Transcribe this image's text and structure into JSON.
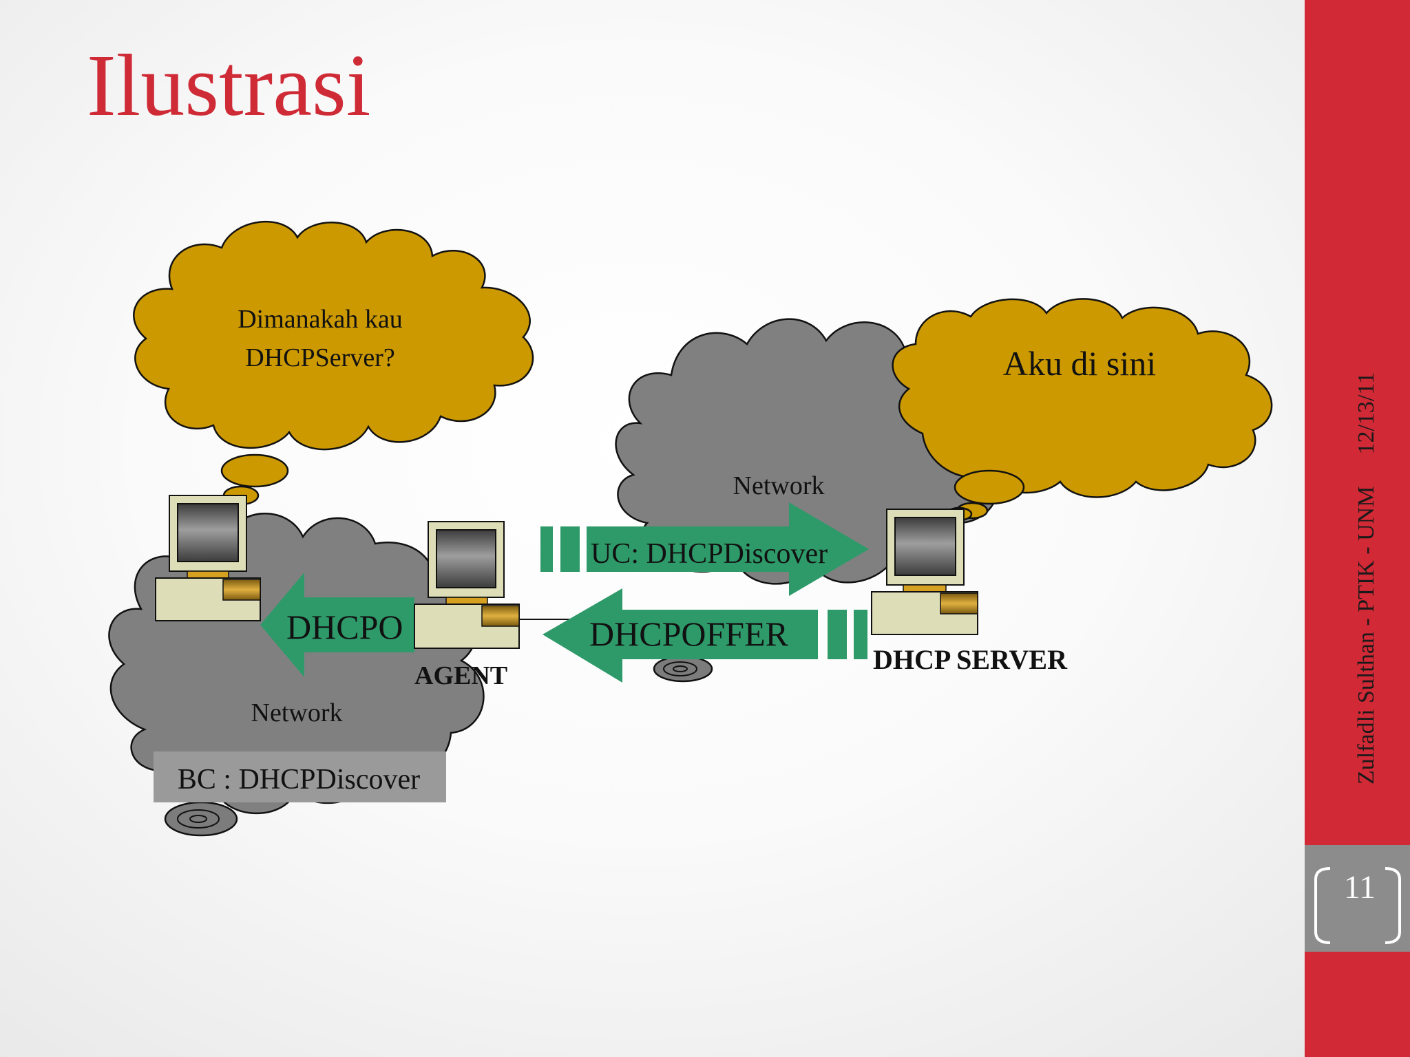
{
  "slide": {
    "title": "Ilustrasi",
    "page_number": "11",
    "footer_author": "Zulfadli Sulthan - PTIK - UNM",
    "footer_date": "12/13/11"
  },
  "colors": {
    "accent_red": "#d12935",
    "title_red": "#cf2b36",
    "cloud_gray": "#808080",
    "thought_gold": "#cc9900",
    "arrow_green": "#2e9a6a",
    "page_box_gray": "#8c8c8c"
  },
  "diagram": {
    "client_thought": [
      "Dimanakah kau",
      "DHCPServer?"
    ],
    "server_thought": "Aku di sini",
    "left_network_label": "Network",
    "right_network_label": "Network",
    "broadcast_label": "BC : DHCPDiscover",
    "unicast_label": "UC: DHCPDiscover",
    "offer_to_agent_label": "DHCPOFFER",
    "offer_to_client_label": "DHCPO",
    "agent_label": "AGENT",
    "server_label": "DHCP SERVER"
  }
}
